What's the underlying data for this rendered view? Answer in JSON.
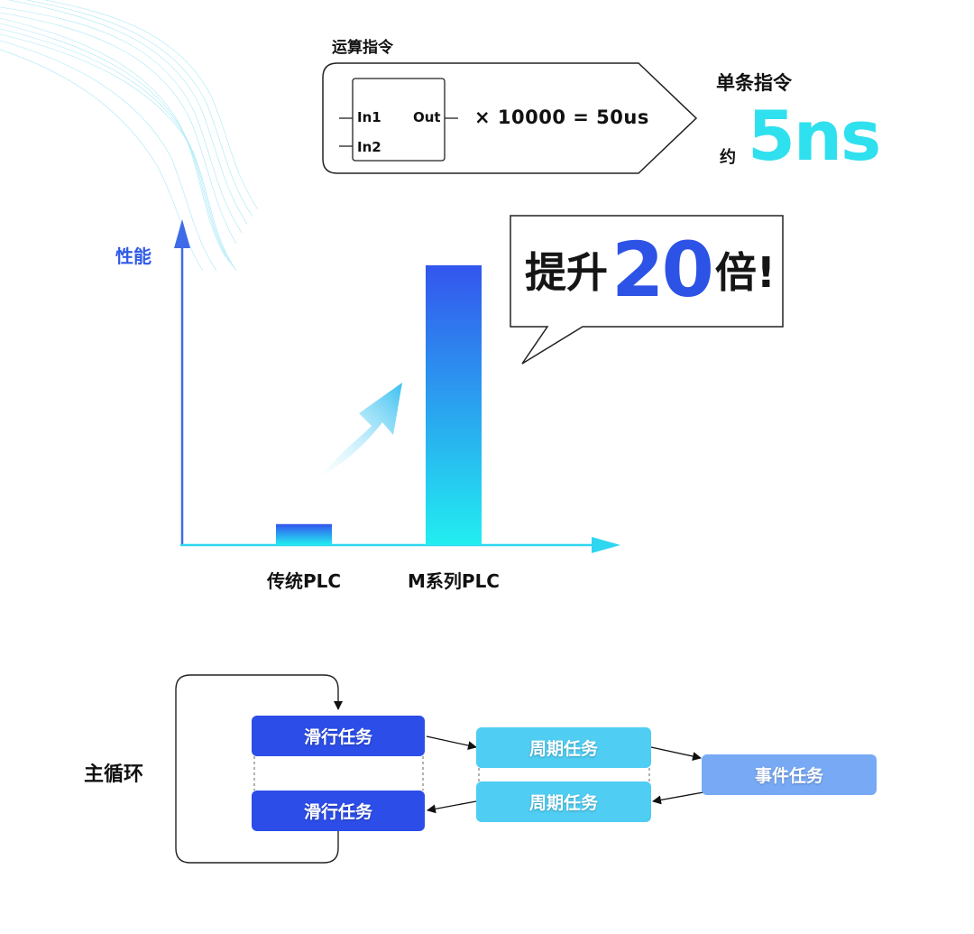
{
  "instruction": {
    "title": "运算指令",
    "block_in1": "In1",
    "block_in2": "In2",
    "block_out": "Out",
    "formula": "× 10000  =  50us",
    "single_label": "单条指令",
    "approx_label": "约",
    "ns_value": "5ns"
  },
  "chart_data": {
    "type": "bar",
    "ylabel": "性能",
    "categories": [
      "传统PLC",
      "M系列PLC"
    ],
    "values": [
      1,
      20
    ],
    "ylim": [
      0,
      20
    ],
    "colors": {
      "bar_top": "#3355ee",
      "bar_bottom": "#22eef0",
      "axis": "#3f6be8"
    },
    "callout": {
      "prefix": "提升",
      "number": "20",
      "suffix": "倍!"
    }
  },
  "loop": {
    "label": "主循环",
    "tasks": [
      {
        "id": "slide-top",
        "label": "滑行任务"
      },
      {
        "id": "cycle-top",
        "label": "周期任务"
      },
      {
        "id": "event",
        "label": "事件任务"
      },
      {
        "id": "cycle-bottom",
        "label": "周期任务"
      },
      {
        "id": "slide-bottom",
        "label": "滑行任务"
      }
    ]
  }
}
